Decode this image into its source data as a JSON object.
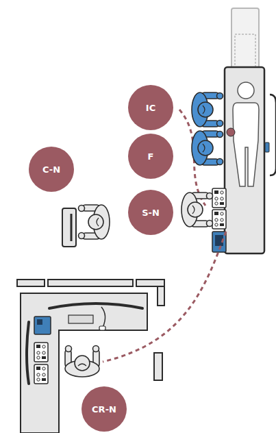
{
  "diagram": {
    "nodes": [
      {
        "text": [
          "IC"
        ]
      },
      {
        "text": [
          "F"
        ]
      },
      {
        "text": [
          "C-N"
        ]
      },
      {
        "text": [
          "S-N"
        ]
      },
      {
        "text": [
          "CR-N"
        ]
      }
    ]
  }
}
